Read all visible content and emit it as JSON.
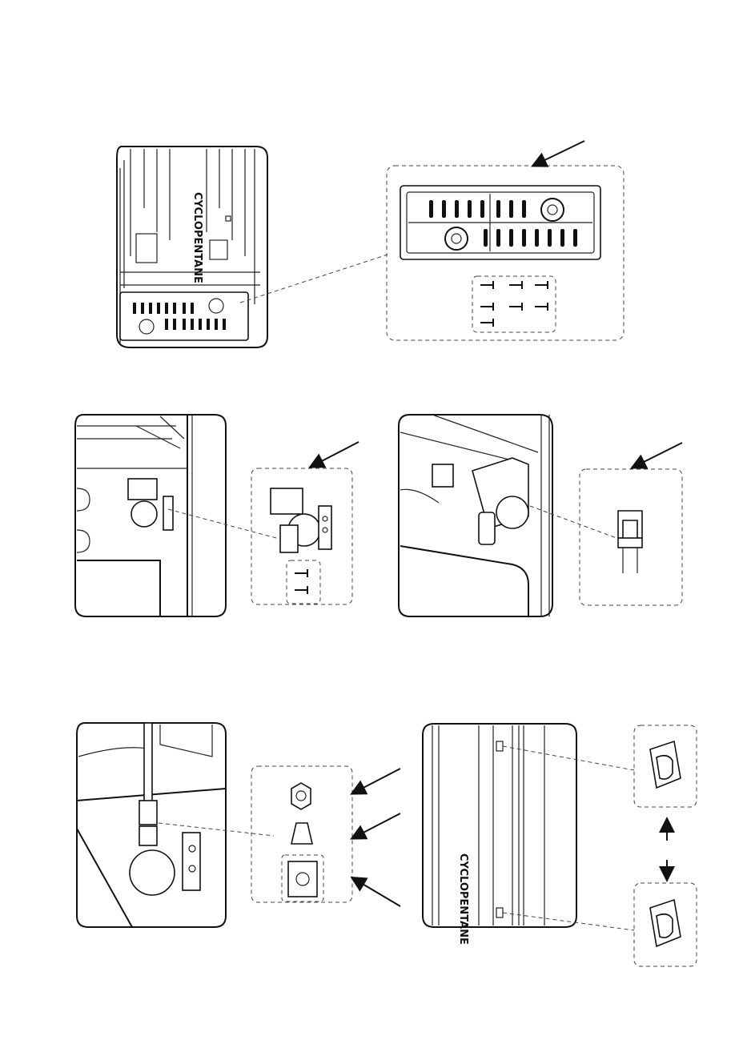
{
  "diagram": {
    "brand_text": "CYCLOPENTANE",
    "panels": [
      {
        "id": "rear-cover-view",
        "callout": "rear-cover-and-screws",
        "screw_count": 7
      },
      {
        "id": "water-valve-view",
        "callout": "water-valve-and-screws",
        "screw_count": 2
      },
      {
        "id": "valve-connector-view",
        "callout": "wire-connector"
      },
      {
        "id": "valve-tube-view",
        "callout": "nut-sleeve-valve-port"
      },
      {
        "id": "cabinet-side-view",
        "callout": "tube-clips"
      }
    ]
  }
}
